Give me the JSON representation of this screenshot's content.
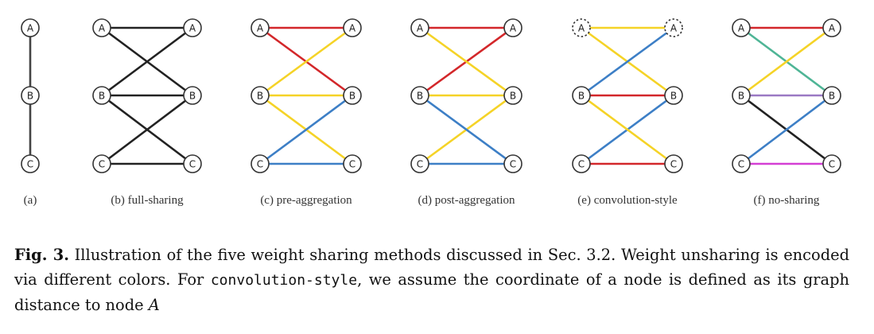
{
  "figure": {
    "panels": [
      {
        "label": "(a)",
        "nodes": [
          {
            "id": "A",
            "style": "solid"
          },
          {
            "id": "B",
            "style": "solid"
          },
          {
            "id": "C",
            "style": "solid"
          }
        ],
        "edges": [
          {
            "from": "A",
            "to": "B",
            "color": "#444444"
          },
          {
            "from": "B",
            "to": "C",
            "color": "#444444"
          }
        ]
      },
      {
        "label": "(b) full-sharing",
        "left_nodes": [
          {
            "id": "A",
            "style": "solid"
          },
          {
            "id": "B",
            "style": "solid"
          },
          {
            "id": "C",
            "style": "solid"
          }
        ],
        "right_nodes": [
          {
            "id": "A",
            "style": "solid"
          },
          {
            "id": "B",
            "style": "solid"
          },
          {
            "id": "C",
            "style": "solid"
          }
        ],
        "edges": [
          {
            "from": "A",
            "to": "A",
            "color": "#222222"
          },
          {
            "from": "A",
            "to": "B",
            "color": "#222222"
          },
          {
            "from": "B",
            "to": "A",
            "color": "#222222"
          },
          {
            "from": "B",
            "to": "B",
            "color": "#222222"
          },
          {
            "from": "B",
            "to": "C",
            "color": "#222222"
          },
          {
            "from": "C",
            "to": "B",
            "color": "#222222"
          },
          {
            "from": "C",
            "to": "C",
            "color": "#222222"
          }
        ]
      },
      {
        "label": "(c) pre-aggregation",
        "left_nodes": [
          {
            "id": "A",
            "style": "solid"
          },
          {
            "id": "B",
            "style": "solid"
          },
          {
            "id": "C",
            "style": "solid"
          }
        ],
        "right_nodes": [
          {
            "id": "A",
            "style": "solid"
          },
          {
            "id": "B",
            "style": "solid"
          },
          {
            "id": "C",
            "style": "solid"
          }
        ],
        "edges": [
          {
            "from": "A",
            "to": "A",
            "color": "#d3272a"
          },
          {
            "from": "A",
            "to": "B",
            "color": "#d3272a"
          },
          {
            "from": "B",
            "to": "A",
            "color": "#f5d327"
          },
          {
            "from": "B",
            "to": "B",
            "color": "#f5d327"
          },
          {
            "from": "B",
            "to": "C",
            "color": "#f5d327"
          },
          {
            "from": "C",
            "to": "B",
            "color": "#3d7fc6"
          },
          {
            "from": "C",
            "to": "C",
            "color": "#3d7fc6"
          }
        ]
      },
      {
        "label": "(d) post-aggregation",
        "left_nodes": [
          {
            "id": "A",
            "style": "solid"
          },
          {
            "id": "B",
            "style": "solid"
          },
          {
            "id": "C",
            "style": "solid"
          }
        ],
        "right_nodes": [
          {
            "id": "A",
            "style": "solid"
          },
          {
            "id": "B",
            "style": "solid"
          },
          {
            "id": "C",
            "style": "solid"
          }
        ],
        "edges": [
          {
            "from": "A",
            "to": "A",
            "color": "#d3272a"
          },
          {
            "from": "B",
            "to": "A",
            "color": "#d3272a"
          },
          {
            "from": "A",
            "to": "B",
            "color": "#f5d327"
          },
          {
            "from": "B",
            "to": "B",
            "color": "#f5d327"
          },
          {
            "from": "C",
            "to": "B",
            "color": "#f5d327"
          },
          {
            "from": "B",
            "to": "C",
            "color": "#3d7fc6"
          },
          {
            "from": "C",
            "to": "C",
            "color": "#3d7fc6"
          }
        ]
      },
      {
        "label": "(e) convolution-style",
        "left_nodes": [
          {
            "id": "A",
            "style": "dashed"
          },
          {
            "id": "B",
            "style": "solid"
          },
          {
            "id": "C",
            "style": "solid"
          }
        ],
        "right_nodes": [
          {
            "id": "A",
            "style": "dashed"
          },
          {
            "id": "B",
            "style": "solid"
          },
          {
            "id": "C",
            "style": "solid"
          }
        ],
        "edges": [
          {
            "from": "A",
            "to": "A",
            "color": "#f5d327"
          },
          {
            "from": "A",
            "to": "B",
            "color": "#f5d327"
          },
          {
            "from": "B",
            "to": "A",
            "color": "#3d7fc6"
          },
          {
            "from": "C",
            "to": "B",
            "color": "#3d7fc6"
          },
          {
            "from": "B",
            "to": "B",
            "color": "#d3272a"
          },
          {
            "from": "C",
            "to": "C",
            "color": "#d3272a"
          },
          {
            "from": "B",
            "to": "C",
            "color": "#f5d327"
          }
        ]
      },
      {
        "label": "(f) no-sharing",
        "left_nodes": [
          {
            "id": "A",
            "style": "solid"
          },
          {
            "id": "B",
            "style": "solid"
          },
          {
            "id": "C",
            "style": "solid"
          }
        ],
        "right_nodes": [
          {
            "id": "A",
            "style": "solid"
          },
          {
            "id": "B",
            "style": "solid"
          },
          {
            "id": "C",
            "style": "solid"
          }
        ],
        "edges": [
          {
            "from": "A",
            "to": "A",
            "color": "#d3272a"
          },
          {
            "from": "A",
            "to": "B",
            "color": "#4fb596"
          },
          {
            "from": "B",
            "to": "A",
            "color": "#f5d327"
          },
          {
            "from": "B",
            "to": "B",
            "color": "#9b79c4"
          },
          {
            "from": "B",
            "to": "C",
            "color": "#222222"
          },
          {
            "from": "C",
            "to": "B",
            "color": "#3d7fc6"
          },
          {
            "from": "C",
            "to": "C",
            "color": "#d43fd4"
          }
        ]
      }
    ]
  },
  "caption": {
    "label": "Fig. 3.",
    "text_1": " Illustration of the five weight sharing methods discussed in Sec. 3.2. Weight unsharing is encoded via different colors. For ",
    "code": "convolution-style",
    "text_2": ", we assume the coordinate of a node is defined as its graph distance to node ",
    "var": "A"
  }
}
